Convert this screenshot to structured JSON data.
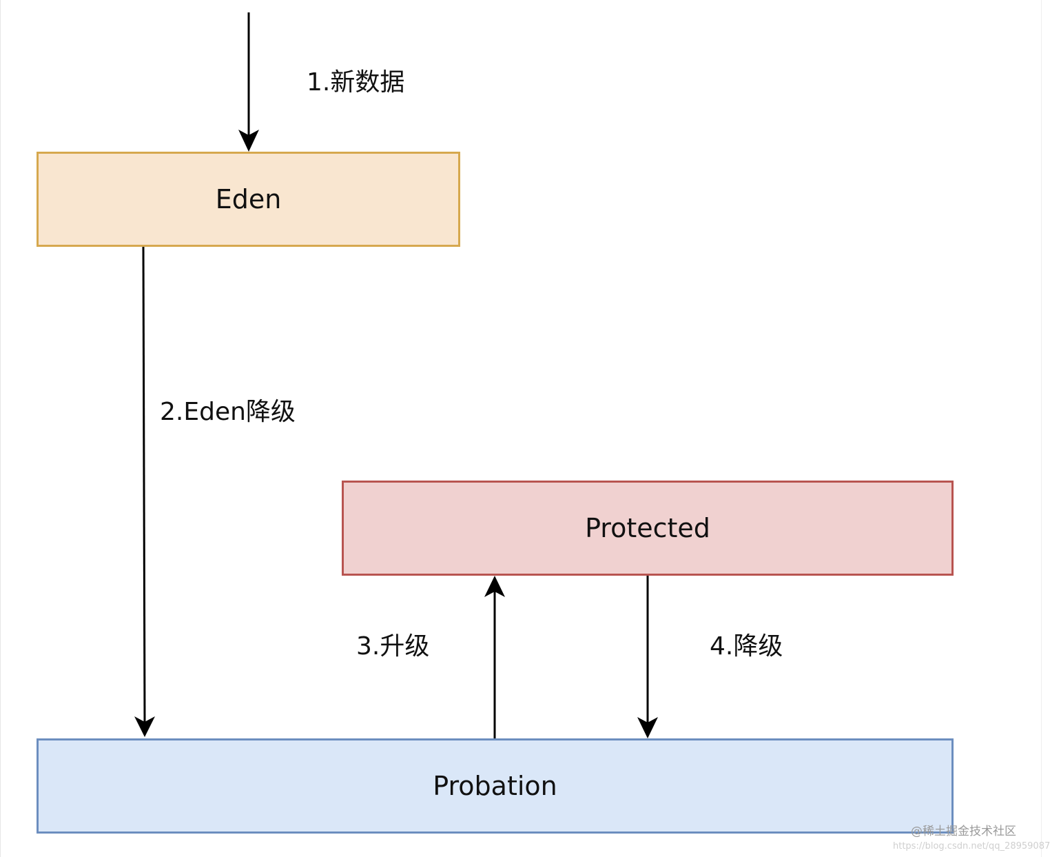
{
  "nodes": {
    "eden": {
      "label": "Eden",
      "fill": "#f9e6d0",
      "stroke": "#d6a84e"
    },
    "protected": {
      "label": "Protected",
      "fill": "#f0d1d0",
      "stroke": "#b85450"
    },
    "probation": {
      "label": "Probation",
      "fill": "#dae7f8",
      "stroke": "#6c8ebf"
    }
  },
  "edges": {
    "new_data": {
      "label": "1.新数据"
    },
    "eden_demote": {
      "label": "2.Eden降级"
    },
    "promote": {
      "label": "3.升级"
    },
    "demote": {
      "label": "4.降级"
    }
  },
  "watermark": {
    "text": "@稀土掘金技术社区",
    "url": "https://blog.csdn.net/qq_28959087"
  },
  "colors": {
    "arrow": "#000000",
    "text": "#111111"
  }
}
